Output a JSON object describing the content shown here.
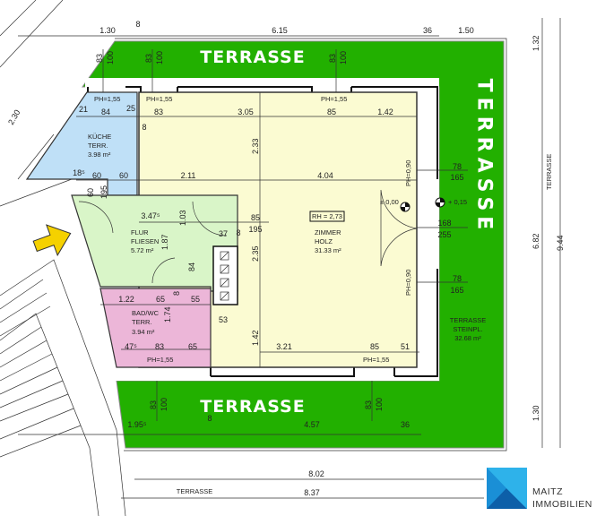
{
  "terraces": {
    "top": "TERRASSE",
    "bottom": "TERRASSE",
    "right": "TERRASSE",
    "right_info": [
      "TERRASSE",
      "STEINPL.",
      "32.68 m²"
    ]
  },
  "rooms": {
    "kueche": [
      "KÜCHE",
      "TERR.",
      "3.98 m²"
    ],
    "flur": [
      "FLUR",
      "FLIESEN",
      "5.72 m²"
    ],
    "bad": [
      "BAD/WC",
      "TERR.",
      "3.94 m²"
    ],
    "zimmer": [
      "ZIMMER",
      "HOLZ",
      "31.33 m²"
    ],
    "room_height": "RH = 2,73"
  },
  "levels": {
    "inside": "± 0,00",
    "outside": "+ 0,15"
  },
  "window_heights": {
    "ph155": "PH=1,55",
    "ph090": "PH=0,90"
  },
  "dims": {
    "top": [
      "1.30",
      "8",
      "6.15",
      "36",
      "1.50"
    ],
    "sill": [
      "83",
      "100"
    ],
    "kueche": [
      "21",
      "84",
      "25",
      "8",
      "18⁵",
      "60",
      "60",
      "60",
      "195"
    ],
    "zimmer_top": [
      "83",
      "3.05",
      "85",
      "1.42"
    ],
    "row2": [
      "2.11",
      "4.04"
    ],
    "zimmer_vert": [
      "2.33",
      "2.35",
      "1.42"
    ],
    "flur": [
      "3.47⁵",
      "1.87",
      "1.03",
      "84",
      "37",
      "8",
      "85",
      "195",
      "8"
    ],
    "bad": [
      "1.22",
      "65",
      "55",
      "1.74",
      "47⁵",
      "83",
      "65",
      "53"
    ],
    "door": [
      "78",
      "165",
      "168",
      "255",
      "78",
      "165"
    ],
    "zimmer_bottom": [
      "3.21",
      "85",
      "51"
    ],
    "bottom": [
      "1.95⁵",
      "8",
      "4.57",
      "36"
    ],
    "overall": [
      "8.02",
      "TERRASSE",
      "8.37"
    ],
    "right": [
      "1.32",
      "6.82",
      "1.30",
      "TERRASSE",
      "9.44"
    ],
    "left": [
      "2.30"
    ]
  },
  "logo": {
    "name": "MAITZ",
    "sub": "IMMOBILIEN",
    "colors": [
      "#1a8fd6",
      "#0d5fa8",
      "#2eb2ea"
    ]
  },
  "colors": {
    "terrace": "#22b000",
    "zimmer": "#fbfbd2",
    "kueche": "#bfe0f7",
    "flur": "#d9f5c8",
    "bad": "#ecb6d8",
    "arrow": "#f5d100"
  }
}
